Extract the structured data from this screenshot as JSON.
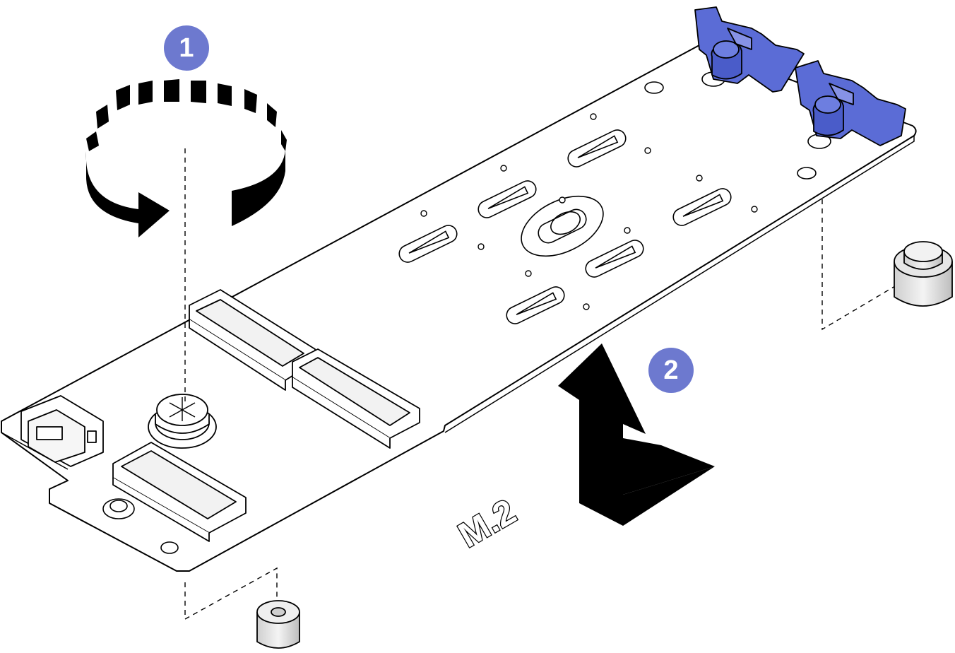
{
  "figure": {
    "board_label": "M.2"
  },
  "steps": [
    {
      "number": "1",
      "action": "rotate-screw"
    },
    {
      "number": "2",
      "action": "lift-and-slide-board"
    }
  ],
  "colors": {
    "step_badge": "#6d79cf",
    "retainer_clip": "#5b6cd6",
    "outline": "#000000",
    "background": "#ffffff"
  }
}
